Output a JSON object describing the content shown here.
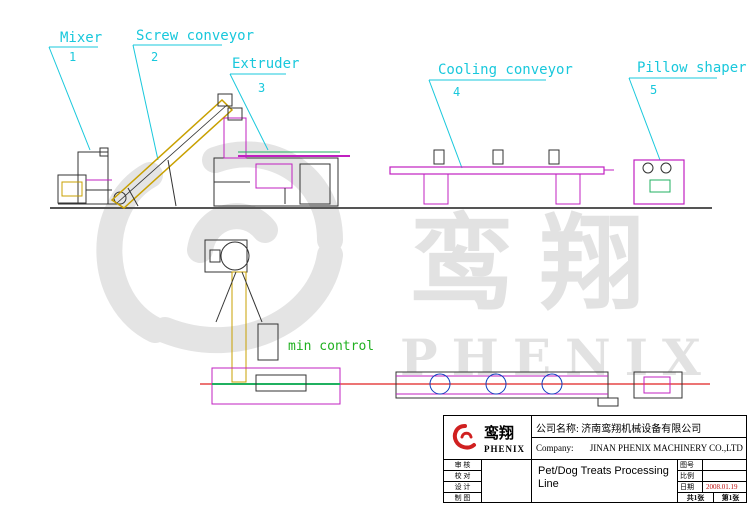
{
  "watermark": {
    "brand": "PHENIX",
    "chars": [
      "鸾",
      "翔"
    ]
  },
  "machines": [
    {
      "name": "Mixer",
      "number": "1"
    },
    {
      "name": "Screw conveyor",
      "number": "2"
    },
    {
      "name": "Extruder",
      "number": "3"
    },
    {
      "name": "Cooling conveyor",
      "number": "4"
    },
    {
      "name": "Pillow shaper",
      "number": "5"
    }
  ],
  "plan_label": "min control",
  "title_block": {
    "logo_cn": "鸾翔",
    "logo_en": "PHENIX",
    "company_cn_label": "公司名称:",
    "company_cn": "济南鸾翔机械设备有限公司",
    "company_en_label": "Company:",
    "company_en": "JINAN PHENIX MACHINERY CO.,LTD",
    "drawing_title": "Pet/Dog Treats Processing Line",
    "sign_rows": [
      "审 核",
      "校 对",
      "设 计",
      "制 图"
    ],
    "info_labels": [
      "图号",
      "比例",
      "日期"
    ],
    "date": "2008.01.19",
    "sheets_total": "共1张",
    "sheet_no": "第1张"
  },
  "colors": {
    "leader": "#19c8dc",
    "frame": "#c020c0",
    "conveyor": "#c8a000",
    "center_line": "#e02020",
    "guard": "#20b060"
  }
}
